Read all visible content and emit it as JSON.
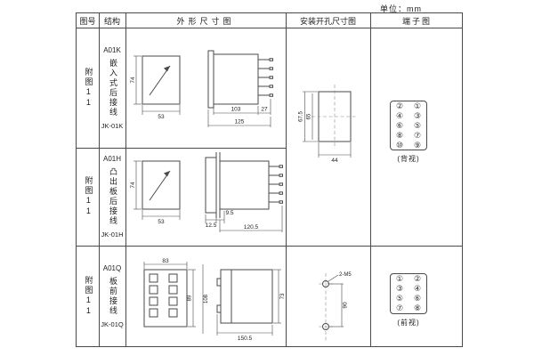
{
  "page": {
    "unit_label": "单位：mm"
  },
  "headers": {
    "fig": "图号",
    "structure": "结构",
    "outline": "外形尺寸图",
    "install": "安装开孔尺寸图",
    "terminal": "端子图"
  },
  "rows": [
    {
      "fig_no": "附图11",
      "model": "A01K",
      "desc": "嵌入式后接线",
      "code": "JK-01K",
      "dims": {
        "front_h": "74",
        "front_w": "53",
        "body_d": "103",
        "pin_d": "27",
        "total_d": "125"
      }
    },
    {
      "fig_no": "附图11",
      "model": "A01H",
      "desc": "凸出板后接线",
      "code": "JK-01H",
      "dims": {
        "front_h": "74",
        "front_w": "53",
        "flange_d": "12.5",
        "gap_d": "9.5",
        "total_d": "120.5"
      }
    },
    {
      "fig_no": "附图11",
      "model": "A01Q",
      "desc": "板前接线",
      "code": "JK-01Q",
      "dims": {
        "front_w": "83",
        "inner_h": "89",
        "front_h": "108",
        "side_h": "73",
        "side_d": "150.5"
      }
    }
  ],
  "install": {
    "top": {
      "height": "67.5",
      "inner_height": "65",
      "width": "44"
    },
    "bottom": {
      "hole_note": "2-M5",
      "spacing": "90"
    }
  },
  "terminals": {
    "top": {
      "label": "(背视)",
      "cells": [
        "②",
        "①",
        "④",
        "③",
        "⑥",
        "⑤",
        "⑧",
        "⑦",
        "⑩",
        "⑨"
      ]
    },
    "bottom": {
      "label": "(前视)",
      "cells": [
        "①",
        "②",
        "③",
        "④",
        "⑤",
        "⑥",
        "⑦",
        "⑧"
      ]
    }
  }
}
